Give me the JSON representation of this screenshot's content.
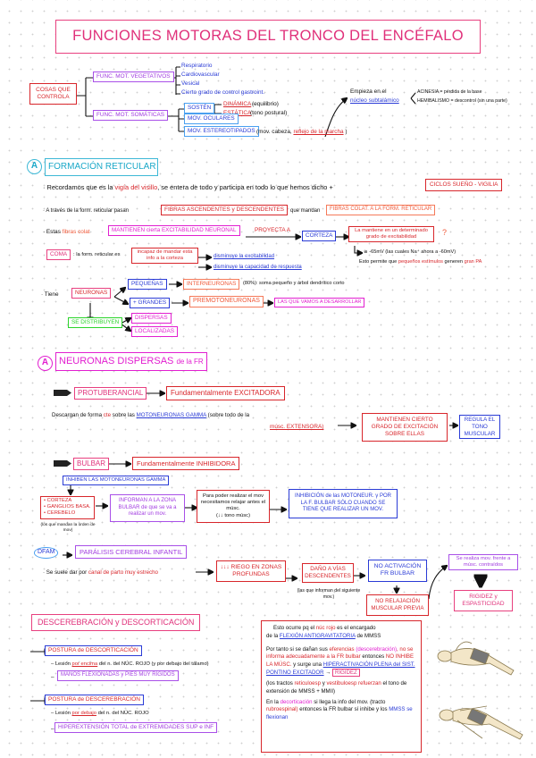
{
  "title": "FUNCIONES MOTORAS DEL TRONCO DEL ENCÉFALO",
  "controla": {
    "root": "COSAS QUE CONTROLA",
    "veg": "FUNC. MOT. VEGETATIVOS",
    "veg_items": [
      "Respiratorio",
      "Cardiovascular",
      "Vesical",
      "Cierto grado de control gastroint."
    ],
    "som": "FUNC. MOT. SOMÁTICAS",
    "sosten": "SOSTÉN",
    "dinamica": "DINÁMICA",
    "dinamica_note": "(equilibrio)",
    "estatica": "ESTÁTICA",
    "estatica_note": "(tono postural)",
    "oculares": "MOV. OCULARES",
    "estereo": "MOV. ESTEREOTIPADOS",
    "estereo_note": "(mov. cabeza,",
    "marcha": "reflejo de la marcha",
    "close": ")",
    "empieza": "Empieza en el",
    "nucleo": "núcleo subtalámico",
    "acinesia": "ACINESIA = pérdida de la base",
    "hemibalismo": "HEMIBALISMO = descontrol (sin una parte)"
  },
  "fr": {
    "letter": "A",
    "heading": "FORMACIÓN RETICULAR",
    "l1_a": "Recordamos que es la",
    "l1_b": "vigía del visillo",
    "l1_c": ", se entera de todo y participa en todo lo que hemos dicho +",
    "l1_box": "CICLOS SUEÑO - VIGILIA",
    "l2_a": "A través de la form. reticular pasan",
    "l2_box": "FIBRAS ASCENDENTES y DESCENDENTES",
    "l2_b": "que mandan",
    "l2_box2": "FIBRAS COLAT. A LA FORM. RETICULAR",
    "l3_a": "Estas",
    "l3_b": "fibras colat",
    "l3_box": "MANTIENEN cierta EXCITABILIDAD NEURONAL",
    "l3_arrow": "PROYECTA A",
    "l3_corteza": "CORTEZA",
    "l3_box2": "La mantiene en un determinado grado de excitabilidad",
    "l3_q": "?",
    "l4_a": "≅ -65mV (las cuales Na⁺ ahora a -60mV)",
    "l4_b": "Esto permite que",
    "l4_c": "pequeños estímulos",
    "l4_d": "generen",
    "l4_e": "gran PA",
    "coma": "COMA",
    "coma_a": ": la form. reticular es",
    "coma_box": "incapaz de mandar esta info a la corteza",
    "coma_r1": "disminuye la excitabilidad",
    "coma_r2": "disminuye la capacidad de respuesta",
    "tiene": "Tiene",
    "neuronas": "NEURONAS",
    "peq": "PEQUEÑAS",
    "inter": "INTERNEURONAS",
    "inter_note": "(80%): soma pequeño y árbol dendrítico corto",
    "grandes": "+ GRANDES",
    "premo": "PREMOTONEURONAS",
    "desarrollar": "LAS QUE VAMOS A DESARROLLAR",
    "distrib": "SE DISTRIBUYEN",
    "dispersas": "DISPERSAS",
    "localizadas": "LOCALIZADAS"
  },
  "nd": {
    "letter": "A",
    "heading_a": "NEURONAS DISPERSAS",
    "heading_b": "de la FR",
    "protu": "PROTUBERANCIAL",
    "protu_r": "Fundamentalmente EXCITADORA",
    "desc_a": "Descargan de forma",
    "desc_b": "cte",
    "desc_c": "sobre las",
    "desc_d": "MOTONEURONAS GAMMA",
    "desc_e": "(sobre todo de la",
    "desc_f": "músc. EXTENSORA)",
    "mantienen": "MANTIENEN CIERTO GRADO DE EXCITACIÓN SOBRE ELLAS",
    "regula": "REGULA EL TONO MUSCULAR",
    "bulbar": "BULBAR",
    "bulbar_r": "Fundamentalmente INHIBIDORA",
    "inhiben": "INHIBEN LAS MOTONEURONAS GAMMA",
    "origen": [
      "• CORTEZA",
      "• GANGLIOS BASA.",
      "• CEREBELO"
    ],
    "origen_note": "(los que mandan la orden de mov)",
    "informan": "INFORMAN A LA ZONA BULBAR de que se va a realizar un mov.",
    "para": "Para poder realizar el mov necesitamos relajar antes el músc.",
    "para_note": "(↓↓ tono músc)",
    "inhibicion": "INHIBICIÓN de las MOTONEUR. γ POR LA F. BULBAR SÓLO CUANDO SE TIENE QUE REALIZAR UN MOV.",
    "dfam": "DFAM",
    "pci": "PARÁLISIS CEREBRAL INFANTIL",
    "suele_a": "Se suele dar por",
    "suele_b": "canal de parto muy estrecho",
    "riego": "↓↓↓ RIEGO EN ZONAS PROFUNDAS",
    "dano": "DAÑO A VÍAS DESCENDENTES",
    "dano_note": "(las que informan del siguiente mov.)",
    "noact": "NO ACTIVACIÓN FR BULBAR",
    "norelaj": "NO RELAJACIÓN MUSCULAR PREVIA",
    "realiza": "Se realiza mov. frente a músc. contraídos",
    "rigidez": "RIGIDEZ y ESPASTICIDAD"
  },
  "dd": {
    "heading": "DESCEREBRACIÓN y DESCORTICACIÓN",
    "post1": "POSTURA de DESCORTICACIÓN",
    "p1_a": "– Lesión",
    "p1_b": "por encima",
    "p1_c": "del n. del NÚC. ROJO (y por debajo del tálamo)",
    "p1_box": "MANOS FLEXIONADAS y PIES MUY RÍGIDOS",
    "post2": "POSTURA de DESCEREBRACIÓN",
    "p2_a": "– Lesión",
    "p2_b": "por debajo",
    "p2_c": "del n. del NÚC. ROJO",
    "p2_box": "HIPEREXTENSIÓN TOTAL de EXTREMIDADES SUP e INF",
    "e1": "Esto ocurre pq el",
    "e2": "núc rojo",
    "e3": "es el encargado",
    "e4": "de la",
    "e5": "FLEXIÓN ANTIGRAVITATORIA",
    "e6": "de MMSS",
    "f1": "Por tanto si se dañan sus",
    "f2": "eferencias",
    "f3": "(descerebración)",
    "f4": ", no se informa adecuadamente",
    "f5": "a la FR bulbar",
    "f6": "entonces",
    "f7": "NO INHIBE LA MÚSC.",
    "f8": "y surge una",
    "f9": "HIPERACTIVACIÓN PLENA del SIST.",
    "f10": "PONTINO EXCITADOR",
    "f11": "RIGIDEZ",
    "g1": "(los tractos",
    "g2": "reticuloesp",
    "g3": "y",
    "g4": "vestibuloesp",
    "g5": "refuerzan",
    "g6": "el tono de extensión de MMSS + MMII)",
    "h1": "En la",
    "h2": "decorticación",
    "h3": "si llega la info del mov. (tracto",
    "h4": "rubroespinal)",
    "h5": "entonces la FR bulbar sí inhibe y los",
    "h6": "MMSS se flexionan"
  }
}
